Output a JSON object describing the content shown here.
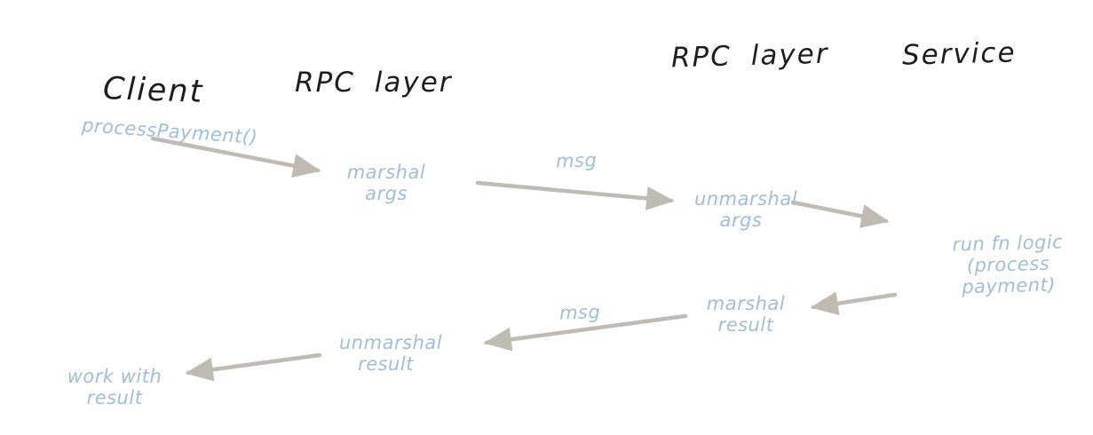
{
  "diagram": {
    "type": "sequence-sketch",
    "subject": "RPC call flow",
    "headers": [
      {
        "id": "client",
        "label": "Client"
      },
      {
        "id": "rpc-layer-client-side",
        "label": "RPC layer"
      },
      {
        "id": "rpc-layer-server-side",
        "label": "RPC layer"
      },
      {
        "id": "service",
        "label": "Service"
      }
    ],
    "steps": [
      {
        "id": "process-payment-call",
        "label": "processPayment()"
      },
      {
        "id": "marshal-args",
        "label": "marshal\nargs"
      },
      {
        "id": "unmarshal-args",
        "label": "unmarshal\nargs"
      },
      {
        "id": "run-fn-logic",
        "label": "run fn logic\n(process payment)"
      },
      {
        "id": "marshal-result",
        "label": "marshal\nresult"
      },
      {
        "id": "unmarshal-result",
        "label": "unmarshal\nresult"
      },
      {
        "id": "work-with-result",
        "label": "work with\nresult"
      }
    ],
    "edges": [
      {
        "from": "process-payment-call",
        "to": "marshal-args",
        "label": ""
      },
      {
        "from": "marshal-args",
        "to": "unmarshal-args",
        "label": "msg"
      },
      {
        "from": "unmarshal-args",
        "to": "run-fn-logic",
        "label": ""
      },
      {
        "from": "run-fn-logic",
        "to": "marshal-result",
        "label": ""
      },
      {
        "from": "marshal-result",
        "to": "unmarshal-result",
        "label": "msg"
      },
      {
        "from": "unmarshal-result",
        "to": "work-with-result",
        "label": ""
      }
    ],
    "colors": {
      "heading_ink": "#1e1e1e",
      "label_ink": "#9fbedd",
      "arrow": "#bfbbb3",
      "background": "#ffffff"
    }
  }
}
